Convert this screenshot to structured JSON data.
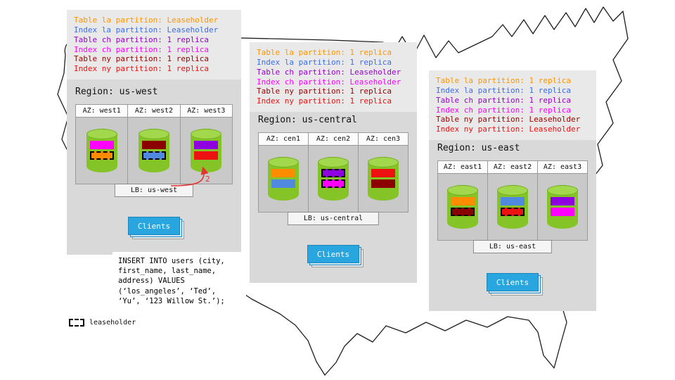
{
  "west": {
    "notes": [
      {
        "text": "Table la partition: Leaseholder",
        "color": "#ff9500"
      },
      {
        "text": "Index la partition: Leaseholder",
        "color": "#3b6ce8"
      },
      {
        "text": "Table ch partition: 1 replica",
        "color": "#9900cc"
      },
      {
        "text": "Index ch partition: 1 replica",
        "color": "#ff00ff"
      },
      {
        "text": "Table ny partition: 1 replica",
        "color": "#990000"
      },
      {
        "text": "Index ny partition: 1 replica",
        "color": "#ee1111"
      }
    ],
    "region_title": "Region: us-west",
    "azs": [
      {
        "label": "AZ: west1",
        "bars": [
          {
            "color": "#ff00ff",
            "leaseholder": false
          },
          {
            "color": "#ff8c00",
            "leaseholder": true
          }
        ]
      },
      {
        "label": "AZ: west2",
        "bars": [
          {
            "color": "#8b0000",
            "leaseholder": false
          },
          {
            "color": "#4f8ae0",
            "leaseholder": true
          }
        ]
      },
      {
        "label": "AZ: west3",
        "bars": [
          {
            "color": "#8f00e0",
            "leaseholder": false
          },
          {
            "color": "#ee1111",
            "leaseholder": false
          }
        ]
      }
    ],
    "lb": "LB: us-west",
    "clients": "Clients",
    "arrow_label": "2"
  },
  "central": {
    "notes": [
      {
        "text": "Table la partition: 1 replica",
        "color": "#ff9500"
      },
      {
        "text": "Index la partition: 1 replica",
        "color": "#3b6ce8"
      },
      {
        "text": "Table ch partition: Leaseholder",
        "color": "#9900cc"
      },
      {
        "text": "Index ch partition: Leaseholder",
        "color": "#ff00ff"
      },
      {
        "text": "Table ny partition: 1 replica",
        "color": "#990000"
      },
      {
        "text": "Index ny partition: 1 replica",
        "color": "#ee1111"
      }
    ],
    "region_title": "Region: us-central",
    "azs": [
      {
        "label": "AZ: cen1",
        "bars": [
          {
            "color": "#ff8c00",
            "leaseholder": false
          },
          {
            "color": "#4f8ae0",
            "leaseholder": false
          }
        ]
      },
      {
        "label": "AZ: cen2",
        "bars": [
          {
            "color": "#8f00e0",
            "leaseholder": true
          },
          {
            "color": "#ff00ff",
            "leaseholder": true
          }
        ]
      },
      {
        "label": "AZ: cen3",
        "bars": [
          {
            "color": "#ee1111",
            "leaseholder": false
          },
          {
            "color": "#8b0000",
            "leaseholder": false
          }
        ]
      }
    ],
    "lb": "LB: us-central",
    "clients": "Clients"
  },
  "east": {
    "notes": [
      {
        "text": "Table la partition: 1 replica",
        "color": "#ff9500"
      },
      {
        "text": "Index la partition: 1 replica",
        "color": "#3b6ce8"
      },
      {
        "text": "Table ch partition: 1 replica",
        "color": "#9900cc"
      },
      {
        "text": "Index ch partition: 1 replica",
        "color": "#ff00ff"
      },
      {
        "text": "Table ny partition: Leaseholder",
        "color": "#990000"
      },
      {
        "text": "Index ny partition: Leaseholder",
        "color": "#ee1111"
      }
    ],
    "region_title": "Region: us-east",
    "azs": [
      {
        "label": "AZ: east1",
        "bars": [
          {
            "color": "#ff8c00",
            "leaseholder": false
          },
          {
            "color": "#8b0000",
            "leaseholder": true
          }
        ]
      },
      {
        "label": "AZ: east2",
        "bars": [
          {
            "color": "#4f8ae0",
            "leaseholder": false
          },
          {
            "color": "#ee1111",
            "leaseholder": true
          }
        ]
      },
      {
        "label": "AZ: east3",
        "bars": [
          {
            "color": "#8f00e0",
            "leaseholder": false
          },
          {
            "color": "#ff00ff",
            "leaseholder": false
          }
        ]
      }
    ],
    "lb": "LB: us-east",
    "clients": "Clients"
  },
  "sql": "INSERT INTO users (city,\nfirst_name, last_name,\naddress) VALUES\n(‘los_angeles’, ‘Ted’,\n‘Yu’, ‘123 Willow St.’);",
  "legend": {
    "label": "leaseholder"
  }
}
